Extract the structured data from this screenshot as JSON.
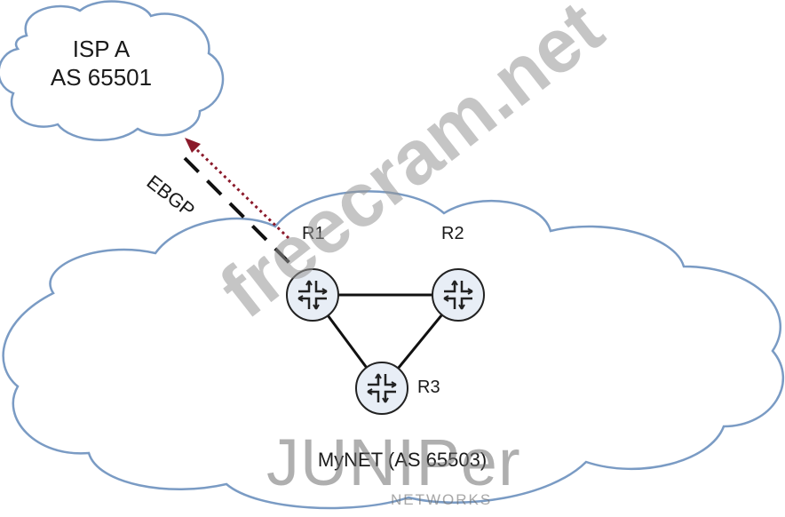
{
  "isp": {
    "name": "ISP A",
    "as": "AS 65501"
  },
  "link": {
    "label": "EBGP"
  },
  "routers": [
    {
      "name": "R1"
    },
    {
      "name": "R2"
    },
    {
      "name": "R3"
    }
  ],
  "mynet": {
    "label": "MyNET (AS 65503)"
  },
  "watermark": {
    "text": "freecram.net"
  },
  "logo": {
    "main": "JUNIPer",
    "sub": "NETWORKS"
  },
  "colors": {
    "cloud_stroke": "#7a9bc4",
    "link": "#111111",
    "arrow": "#8b1a2b"
  }
}
